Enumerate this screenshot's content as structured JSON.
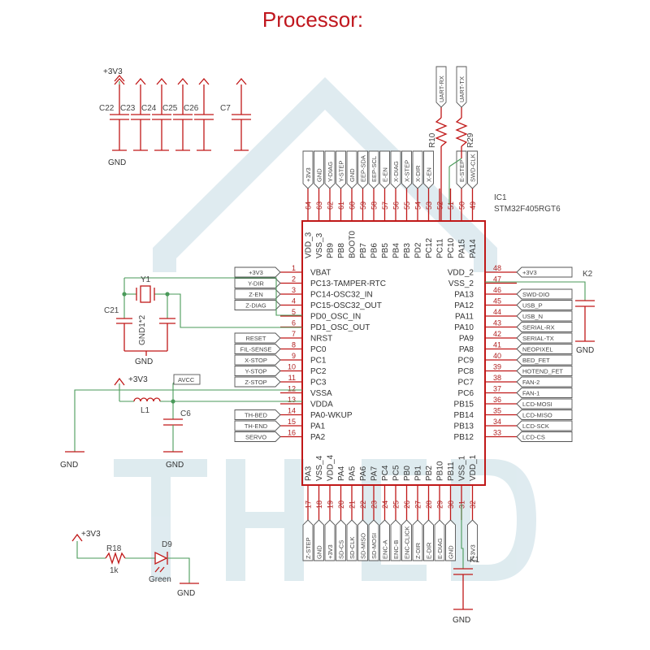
{
  "title": "Processor:",
  "chip": {
    "ref": "IC1",
    "part": "STM32F405RGT6"
  },
  "left_pins": [
    {
      "num": "1",
      "name": "VBAT",
      "net": "+3V3"
    },
    {
      "num": "2",
      "name": "PC13-TAMPER-RTC",
      "net": "Y-DIR"
    },
    {
      "num": "3",
      "name": "PC14-OSC32_IN",
      "net": "Z-EN"
    },
    {
      "num": "4",
      "name": "PC15-OSC32_OUT",
      "net": "Z-DIAG"
    },
    {
      "num": "5",
      "name": "PD0_OSC_IN",
      "net": ""
    },
    {
      "num": "6",
      "name": "PD1_OSC_OUT",
      "net": ""
    },
    {
      "num": "7",
      "name": "NRST",
      "net": "RESET"
    },
    {
      "num": "8",
      "name": "PC0",
      "net": "FIL-SENSE"
    },
    {
      "num": "9",
      "name": "PC1",
      "net": "X-STOP"
    },
    {
      "num": "10",
      "name": "PC2",
      "net": "Y-STOP"
    },
    {
      "num": "11",
      "name": "PC3",
      "net": "Z-STOP"
    },
    {
      "num": "12",
      "name": "VSSA",
      "net": ""
    },
    {
      "num": "13",
      "name": "VDDA",
      "net": ""
    },
    {
      "num": "14",
      "name": "PA0-WKUP",
      "net": "TH-BED"
    },
    {
      "num": "15",
      "name": "PA1",
      "net": "TH-END"
    },
    {
      "num": "16",
      "name": "PA2",
      "net": "SERVO"
    }
  ],
  "right_pins": [
    {
      "num": "48",
      "name": "VDD_2",
      "net": "+3V3"
    },
    {
      "num": "47",
      "name": "VSS_2",
      "net": ""
    },
    {
      "num": "46",
      "name": "PA13",
      "net": "SWD-DIO"
    },
    {
      "num": "45",
      "name": "PA12",
      "net": "USB_P"
    },
    {
      "num": "44",
      "name": "PA11",
      "net": "USB_N"
    },
    {
      "num": "43",
      "name": "PA10",
      "net": "SERIAL-RX"
    },
    {
      "num": "42",
      "name": "PA9",
      "net": "SERIAL-TX"
    },
    {
      "num": "41",
      "name": "PA8",
      "net": "NEOPIXEL"
    },
    {
      "num": "40",
      "name": "PC9",
      "net": "BED_FET"
    },
    {
      "num": "39",
      "name": "PC8",
      "net": "HOTEND_FET"
    },
    {
      "num": "38",
      "name": "PC7",
      "net": "FAN-2"
    },
    {
      "num": "37",
      "name": "PC6",
      "net": "FAN-1"
    },
    {
      "num": "36",
      "name": "PB15",
      "net": "LCD-MOSI"
    },
    {
      "num": "35",
      "name": "PB14",
      "net": "LCD-MISO"
    },
    {
      "num": "34",
      "name": "PB13",
      "net": "LCD-SCK"
    },
    {
      "num": "33",
      "name": "PB12",
      "net": "LCD-CS"
    }
  ],
  "top_pins": [
    {
      "num": "64",
      "name": "VDD_3",
      "net": "+3V3"
    },
    {
      "num": "63",
      "name": "VSS_3",
      "net": "GND"
    },
    {
      "num": "62",
      "name": "PB9",
      "net": "Y-DIAG"
    },
    {
      "num": "61",
      "name": "PB8",
      "net": "Y-STEP"
    },
    {
      "num": "60",
      "name": "BOOT0",
      "net": "GND"
    },
    {
      "num": "59",
      "name": "PB7",
      "net": "EEP-SDA"
    },
    {
      "num": "58",
      "name": "PB6",
      "net": "EEP-SCL"
    },
    {
      "num": "57",
      "name": "PB5",
      "net": "E-EN"
    },
    {
      "num": "56",
      "name": "PB4",
      "net": "X-DIAG"
    },
    {
      "num": "55",
      "name": "PB3",
      "net": "X-STEP"
    },
    {
      "num": "54",
      "name": "PD2",
      "net": "X-DIR"
    },
    {
      "num": "53",
      "name": "PC12",
      "net": "X-EN"
    },
    {
      "num": "52",
      "name": "PC11",
      "net": ""
    },
    {
      "num": "51",
      "name": "PC10",
      "net": ""
    },
    {
      "num": "50",
      "name": "PA15",
      "net": "E-STEP"
    },
    {
      "num": "49",
      "name": "PA14",
      "net": "SWD-CLK"
    }
  ],
  "bottom_pins": [
    {
      "num": "17",
      "name": "PA3",
      "net": "Z-STEP"
    },
    {
      "num": "18",
      "name": "VSS_4",
      "net": "GND"
    },
    {
      "num": "19",
      "name": "VDD_4",
      "net": "+3V3"
    },
    {
      "num": "20",
      "name": "PA4",
      "net": "SD-CS"
    },
    {
      "num": "21",
      "name": "PA5",
      "net": "SD-CLK"
    },
    {
      "num": "22",
      "name": "PA6",
      "net": "SD-MISO"
    },
    {
      "num": "23",
      "name": "PA7",
      "net": "SD-MOSI"
    },
    {
      "num": "24",
      "name": "PC4",
      "net": "ENC-A"
    },
    {
      "num": "25",
      "name": "PC5",
      "net": "ENC-B"
    },
    {
      "num": "26",
      "name": "PB0",
      "net": "ENC-CLICK"
    },
    {
      "num": "27",
      "name": "PB1",
      "net": "Z-DIR"
    },
    {
      "num": "28",
      "name": "PB2",
      "net": "E-DIR"
    },
    {
      "num": "29",
      "name": "PB10",
      "net": "E-DIAG"
    },
    {
      "num": "30",
      "name": "PB11",
      "net": "GND"
    },
    {
      "num": "31",
      "name": "VSS_1",
      "net": ""
    },
    {
      "num": "32",
      "name": "VDD_1",
      "net": "+3V3"
    }
  ],
  "uart": {
    "r10": "R10",
    "r29": "R29",
    "rx": "UART-RX",
    "tx": "UART-TX"
  },
  "decoupling": {
    "supply": "+3V3",
    "gnd": "GND",
    "caps": [
      "C22",
      "C23",
      "C24",
      "C25",
      "C26",
      "C7"
    ]
  },
  "crystal": {
    "ref": "Y1",
    "cap_a": "C21",
    "cap_b": "GND1*2",
    "gnd": "GND"
  },
  "analog_supply": {
    "supply": "+3V3",
    "net": "AVCC",
    "inductor": "L1",
    "cap": "C6",
    "gnd_a": "GND",
    "gnd_b": "GND"
  },
  "k2": {
    "ref": "K2",
    "gnd": "GND"
  },
  "k1": {
    "ref": "K1",
    "gnd": "GND"
  },
  "led": {
    "supply": "+3V3",
    "resistor": "R18",
    "resistor_value": "1k",
    "diode": "D9",
    "color": "Green",
    "gnd": "GND"
  },
  "colors": {
    "accent": "#c0171e",
    "wire": "#4a9a5a",
    "watermark": "#dbe9ee"
  }
}
